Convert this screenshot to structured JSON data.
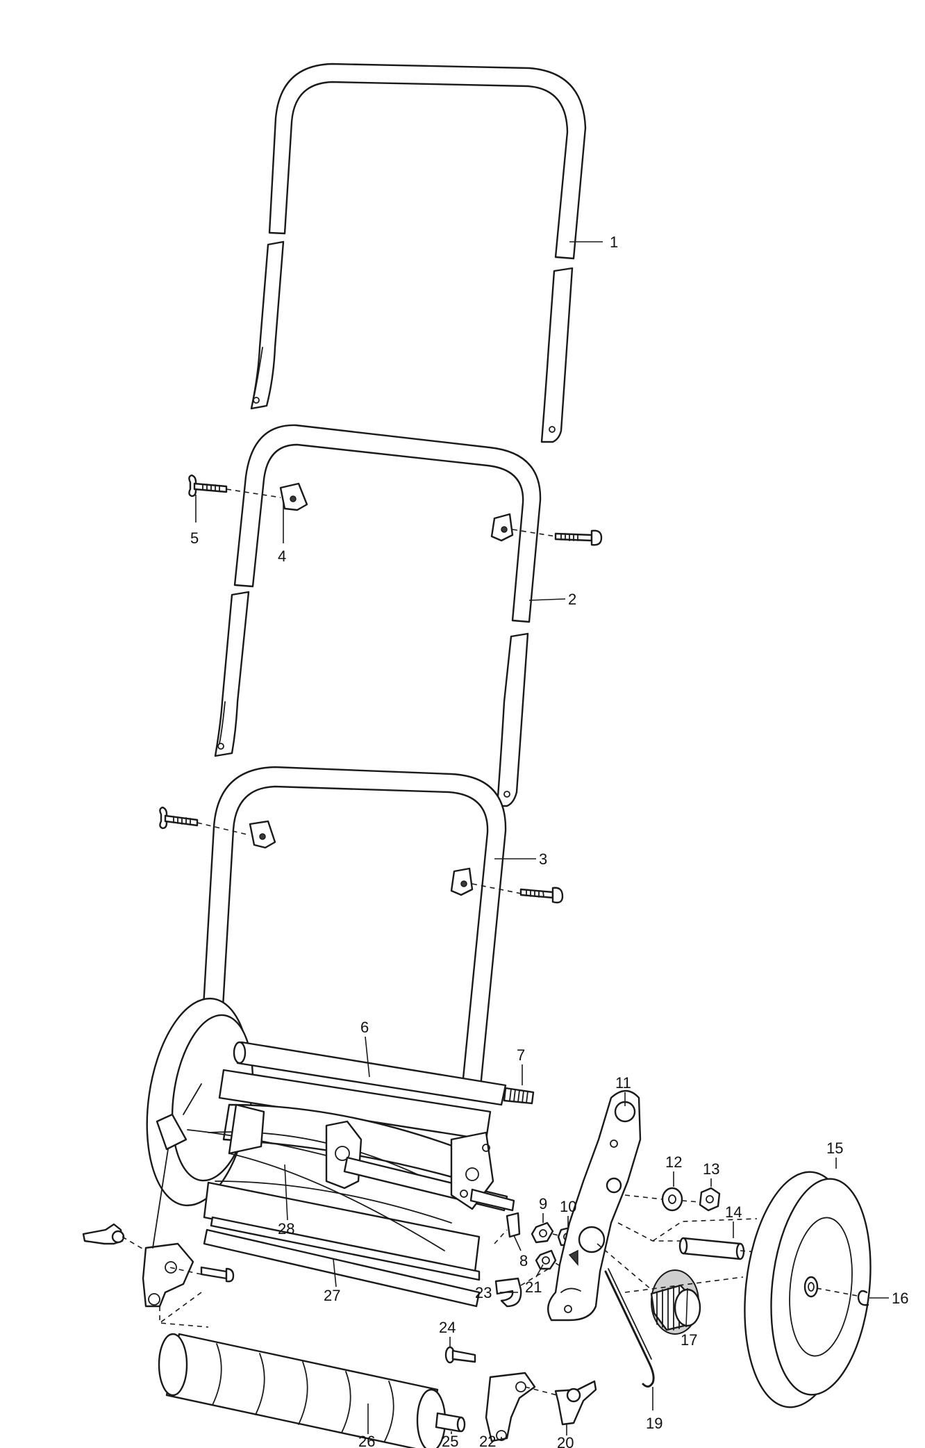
{
  "labels": {
    "p1": "1",
    "p2": "2",
    "p3": "3",
    "p4": "4",
    "p5": "5",
    "p6": "6",
    "p7": "7",
    "p8": "8",
    "p9": "9",
    "p10": "10",
    "p11": "11",
    "p12": "12",
    "p13": "13",
    "p14": "14",
    "p15": "15",
    "p16": "16",
    "p17": "17",
    "p19": "19",
    "p20": "20",
    "p21": "21",
    "p22": "22",
    "p23": "23",
    "p24": "24",
    "p25": "25",
    "p26": "26",
    "p27": "27",
    "p28": "28"
  }
}
